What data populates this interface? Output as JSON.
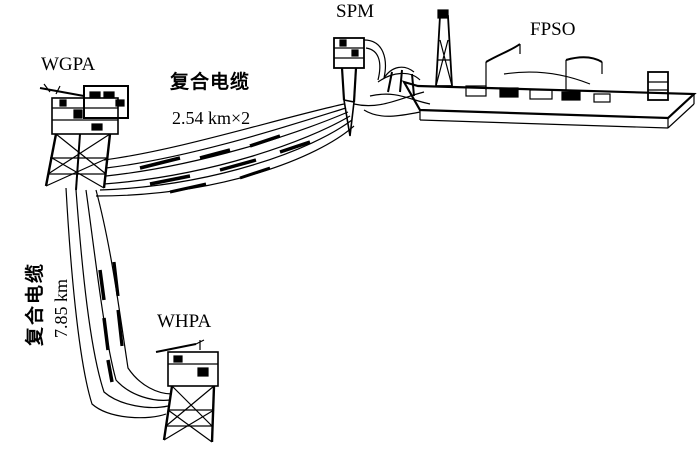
{
  "labels": {
    "wgpa": "WGPA",
    "spm": "SPM",
    "fpso": "FPSO",
    "whpa": "WHPA"
  },
  "cables": {
    "wgpa_to_spm": {
      "name": "复合电缆",
      "length": "2.54 km×2"
    },
    "wgpa_to_whpa": {
      "name": "复合电缆",
      "length": "7.85 km"
    }
  },
  "colors": {
    "ink": "#000000",
    "paper": "#ffffff"
  }
}
